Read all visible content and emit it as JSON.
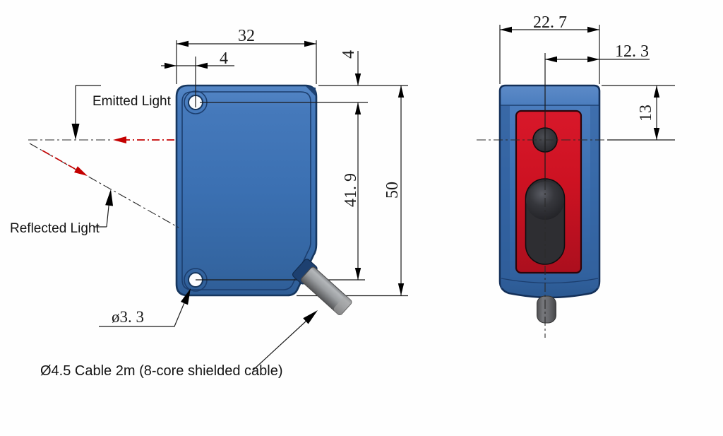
{
  "front_view": {
    "dims": {
      "width": "32",
      "hole_offset_x": "4",
      "hole_offset_y": "4",
      "hole_spacing": "41. 9",
      "height": "50"
    },
    "labels": {
      "emitted": "Emitted Light",
      "reflected": "Reflected Light",
      "hole_diameter": "ø3. 3",
      "cable": "Ø4.5 Cable 2m (8-core shielded cable)"
    }
  },
  "side_view": {
    "dims": {
      "width": "22. 7",
      "lens_offset_x": "12. 3",
      "lens_offset_y": "13"
    }
  },
  "colors": {
    "body_blue": "#3b70b2",
    "body_border": "#16365e",
    "panel_red": "#cd1222",
    "lens_black": "#2e2e32",
    "cable_gray": "#8e9094",
    "beam_red": "#c40000",
    "line_black": "#1a1a1a",
    "hole_white": "#fbfcfe"
  }
}
